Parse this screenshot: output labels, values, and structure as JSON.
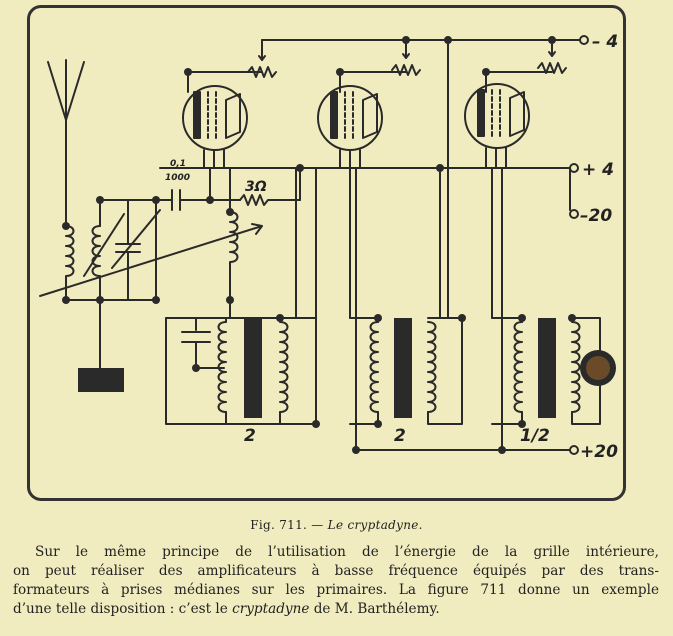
{
  "diagram": {
    "labels": {
      "minus4": "– 4",
      "plus4": "+ 4",
      "minus20": "–20",
      "plus20": "+20",
      "cap_num": "0,1",
      "cap_den": "1000",
      "res": "3Ω",
      "ratio1": "2",
      "ratio2": "2",
      "ratio3": "1/2"
    }
  },
  "caption": {
    "fig": "Fig. 711. — ",
    "title": "Le cryptadyne."
  },
  "body": {
    "line1": "Sur le même principe de l’utilisation de l’énergie de la grille intérieure,",
    "line2": "on peut réaliser des amplificateurs à basse fréquence équipés par des trans-",
    "line3": "formateurs à prises médianes sur les primaires. La figure 711 donne un exemple",
    "line4_a": "d’une telle disposition : c’est le ",
    "line4_it": "cryptadyne",
    "line4_b": " de M. Barthélemy."
  }
}
